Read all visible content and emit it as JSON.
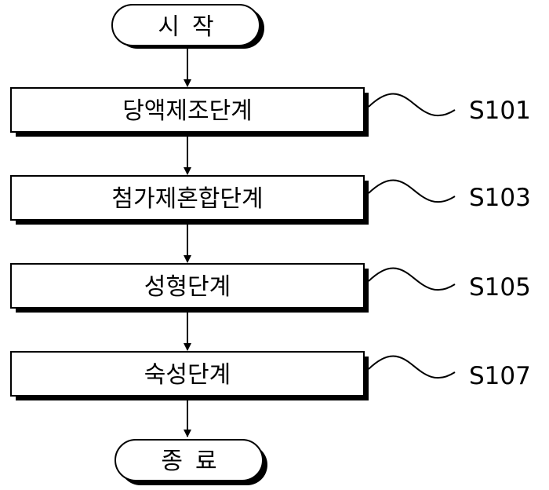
{
  "flowchart": {
    "start_label": "시작",
    "end_label": "종료",
    "steps": [
      {
        "label": "당액제조단계",
        "ref": "S101"
      },
      {
        "label": "첨가제혼합단계",
        "ref": "S103"
      },
      {
        "label": "성형단계",
        "ref": "S105"
      },
      {
        "label": "숙성단계",
        "ref": "S107"
      }
    ]
  }
}
